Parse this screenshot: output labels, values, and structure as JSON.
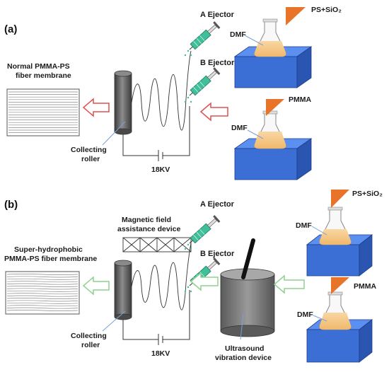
{
  "panel_a": {
    "label": "(a)",
    "membrane_label_1": "Normal PMMA-PS",
    "membrane_label_2": "fiber membrane",
    "a_ejector": "A Ejector",
    "b_ejector": "B Ejector",
    "flask_top_label": "PS+SiO₂",
    "flask_top_solvent": "DMF",
    "flask_bottom_label": "PMMA",
    "flask_bottom_solvent": "DMF",
    "roller_label_1": "Collecting",
    "roller_label_2": "roller",
    "voltage": "18KV"
  },
  "panel_b": {
    "label": "(b)",
    "membrane_label_1": "Super-hydrophobic",
    "membrane_label_2": "PMMA-PS fiber membrane",
    "magnetic_label_1": "Magnetic field",
    "magnetic_label_2": "assistance device",
    "a_ejector": "A Ejector",
    "b_ejector": "B Ejector",
    "flask_top_label": "PS+SiO₂",
    "flask_top_solvent": "DMF",
    "flask_bottom_label": "PMMA",
    "flask_bottom_solvent": "DMF",
    "roller_label_1": "Collecting",
    "roller_label_2": "roller",
    "voltage": "18KV",
    "ultrasound_label_1": "Ultrasound",
    "ultrasound_label_2": "vibration device"
  },
  "colors": {
    "box_front": "#3b6fd6",
    "box_top": "#5b8ff0",
    "box_side": "#2a55b0",
    "liquid": "#f5c98a",
    "triangle": "#e8742a",
    "arrow_red": "#e05050",
    "arrow_green": "#8fd18f",
    "roller": "#6e6e6e",
    "ejector": "#3fbf9a"
  }
}
